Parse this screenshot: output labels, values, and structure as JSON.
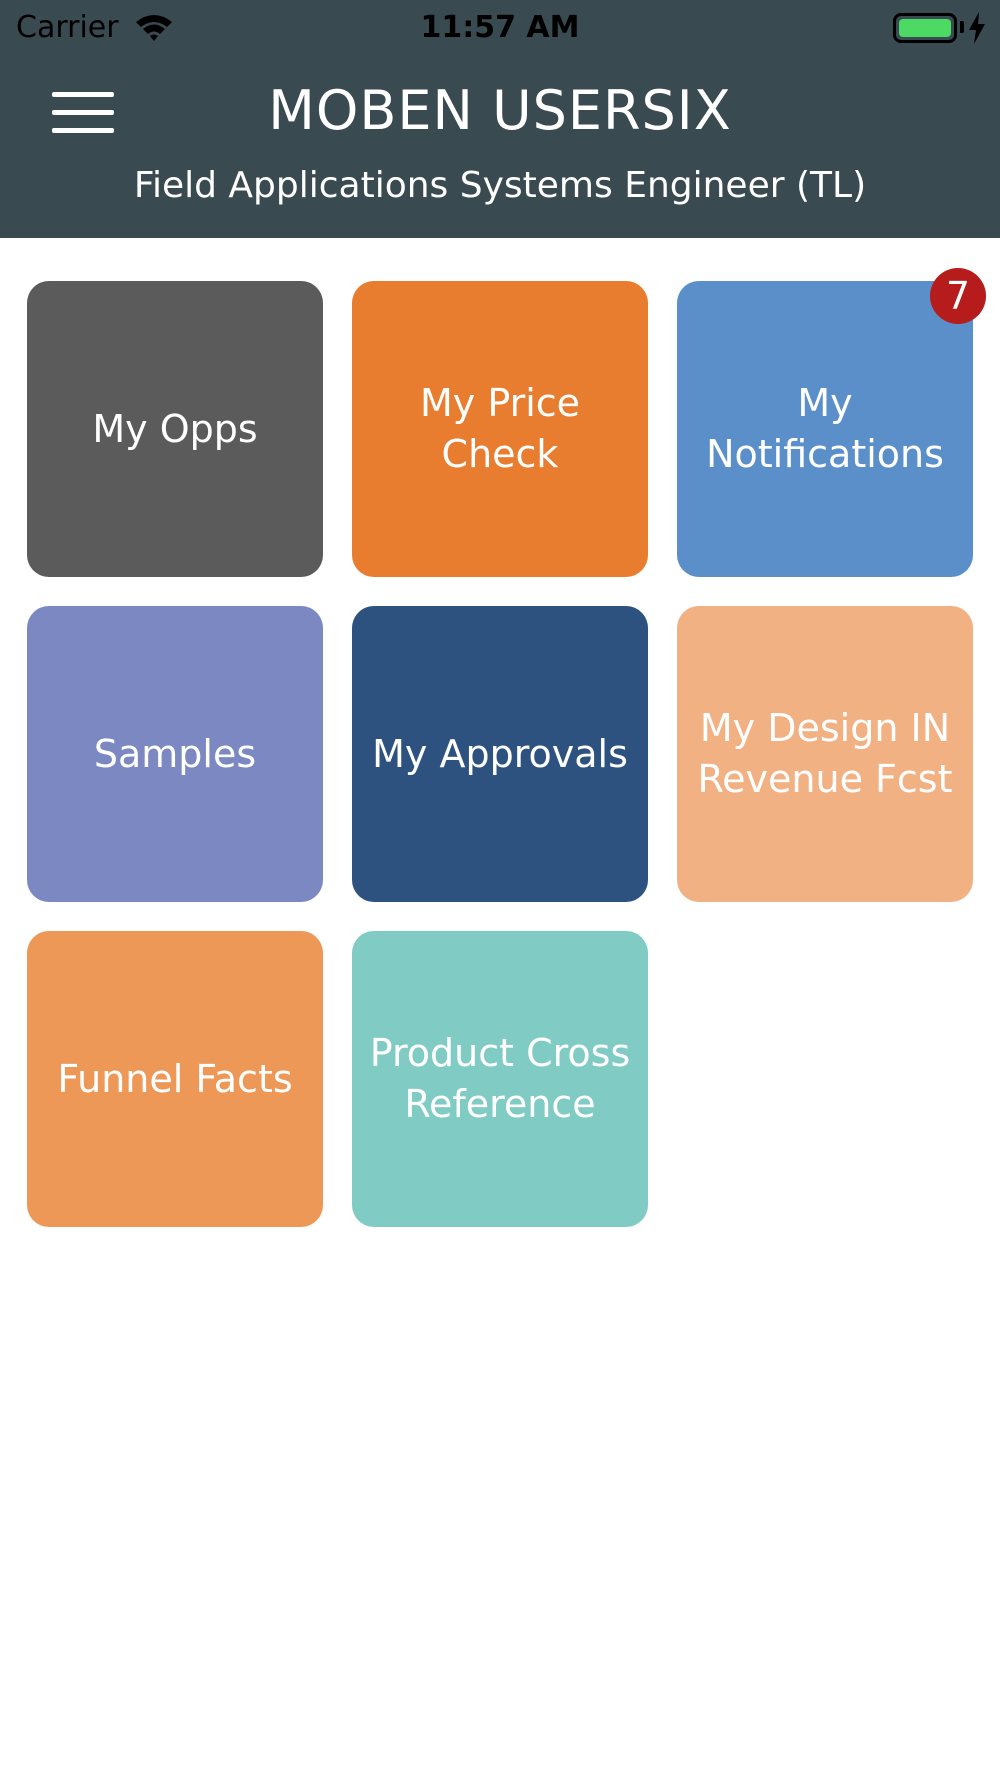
{
  "status_bar": {
    "carrier": "Carrier",
    "time": "11:57 AM",
    "wifi_icon": "wifi-icon",
    "battery_icon": "battery-icon",
    "charging_icon": "charging-bolt-icon",
    "battery_color": "#4cd964",
    "battery_level": 1.0
  },
  "header": {
    "menu_icon": "hamburger-menu-icon",
    "title": "MOBEN USERSIX",
    "subtitle": "Field Applications Systems Engineer (TL)",
    "background": "#3a4a51"
  },
  "tiles": [
    {
      "label": "My Opps",
      "color": "#5b5b5b"
    },
    {
      "label": "My Price Check",
      "color": "#e97d2f"
    },
    {
      "label": "My Notifications",
      "color": "#5b8fca",
      "badge": "7",
      "badge_color": "#b71c1c"
    },
    {
      "label": "Samples",
      "color": "#7b88c2"
    },
    {
      "label": "My Approvals",
      "color": "#2e5280"
    },
    {
      "label": "My Design IN Revenue Fcst",
      "color": "#f2b183"
    },
    {
      "label": "Funnel Facts",
      "color": "#ee9858"
    },
    {
      "label": "Product Cross Reference",
      "color": "#80cbc3"
    }
  ]
}
